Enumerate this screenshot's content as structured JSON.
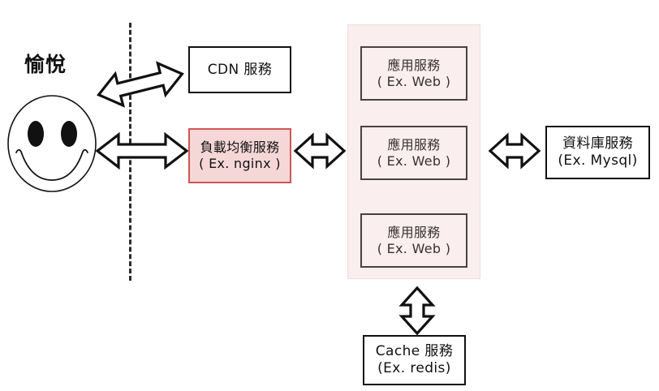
{
  "diagram": {
    "title_label": "愉悅",
    "zone_divider": "client-server-boundary-dashed-line",
    "colors": {
      "accent_fill": "#f6d7d7",
      "accent_border": "#cf5656",
      "cluster_fill": "#fbeeee",
      "cluster_border": "#f2dcdc",
      "app_border": "#4c4040",
      "stroke": "#111111"
    },
    "nodes": {
      "user": {
        "label": "愉悅",
        "icon": "smiley-face-icon"
      },
      "cdn": {
        "line1": "CDN 服務",
        "line2": ""
      },
      "load_balancer": {
        "line1": "負載均衡服務",
        "line2": "( Ex. nginx )"
      },
      "app_services": [
        {
          "line1": "應用服務",
          "line2": "( Ex. Web )"
        },
        {
          "line1": "應用服務",
          "line2": "( Ex. Web )"
        },
        {
          "line1": "應用服務",
          "line2": "( Ex. Web )"
        }
      ],
      "database": {
        "line1": "資料庫服務",
        "line2": "(Ex. Mysql)"
      },
      "cache": {
        "line1": "Cache 服務",
        "line2": "(Ex. redis)"
      }
    },
    "connectors": [
      {
        "name": "user-to-cdn",
        "direction": "bidirectional",
        "orientation": "diagonal"
      },
      {
        "name": "user-to-load-balancer",
        "direction": "bidirectional",
        "orientation": "horizontal"
      },
      {
        "name": "load-balancer-to-app-cluster",
        "direction": "bidirectional",
        "orientation": "horizontal"
      },
      {
        "name": "app-cluster-to-database",
        "direction": "bidirectional",
        "orientation": "horizontal"
      },
      {
        "name": "app-cluster-to-cache",
        "direction": "bidirectional",
        "orientation": "vertical"
      }
    ]
  }
}
